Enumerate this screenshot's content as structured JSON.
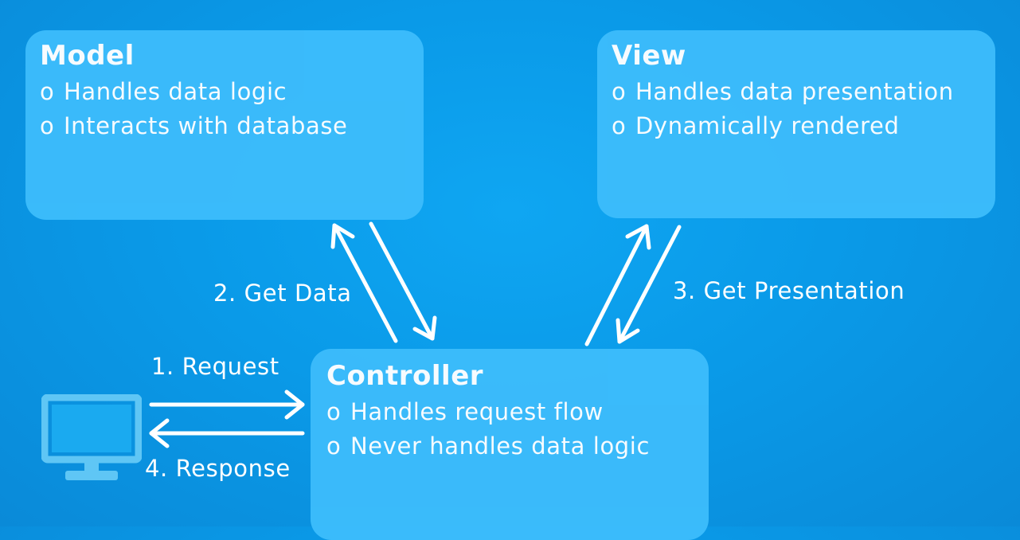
{
  "model": {
    "title": "Model",
    "bullets": [
      {
        "marker": "o",
        "text": "Handles data logic"
      },
      {
        "marker": "o",
        "text": "Interacts with database"
      }
    ]
  },
  "view": {
    "title": "View",
    "bullets": [
      {
        "marker": "o",
        "text": "Handles data presentation"
      },
      {
        "marker": "o",
        "text": "Dynamically rendered"
      }
    ]
  },
  "controller": {
    "title": "Controller",
    "bullets": [
      {
        "marker": "o",
        "text": "Handles request flow"
      },
      {
        "marker": "o",
        "text": "Never handles data logic"
      }
    ]
  },
  "arrows": {
    "get_data": "2. Get Data",
    "get_presentation": "3. Get Presentation",
    "request": "1. Request",
    "response": "4. Response"
  },
  "icons": {
    "client": "computer-monitor-icon"
  },
  "colors": {
    "background": "#0a9ae8",
    "box": "#3cbcfb",
    "text": "#ffffff",
    "monitor": "#5fc6f5"
  }
}
